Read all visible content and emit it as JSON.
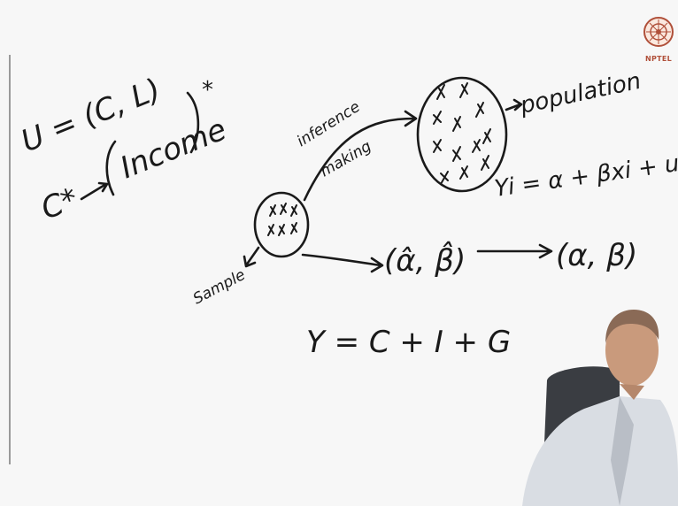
{
  "logo": {
    "label": "NPTEL"
  },
  "notes": {
    "utility": "U = (C, L)",
    "consumption": "C*",
    "income": "Income",
    "star": "*",
    "inference": "inference",
    "making": "making",
    "population": "population",
    "model": "Yi = α + βxi + ui",
    "estimates": "(α̂, β̂)",
    "parameters": "(α, β)",
    "sample": "Sample",
    "identity": "Y = C + I + G"
  },
  "colors": {
    "ink": "#1a1a1a",
    "board": "#f7f7f7",
    "logo": "#b0503a"
  }
}
